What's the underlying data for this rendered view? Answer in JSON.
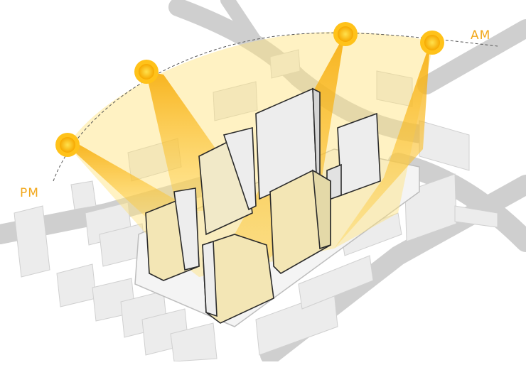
{
  "labels": {
    "am": "AM",
    "pm": "PM"
  },
  "colors": {
    "accent": "#F2A81D",
    "sun": "#FFC21A",
    "sun_core": "#F6A800",
    "sunlight": "#FFE27A",
    "ray": "#F7B21E",
    "building": "#E6E6E6",
    "building_side": "#D2D2D2",
    "road": "#C9C9C9",
    "path": "#666666"
  },
  "suns": [
    {
      "name": "sun-am-1"
    },
    {
      "name": "sun-am-2"
    },
    {
      "name": "sun-pm-1"
    },
    {
      "name": "sun-pm-2"
    }
  ]
}
